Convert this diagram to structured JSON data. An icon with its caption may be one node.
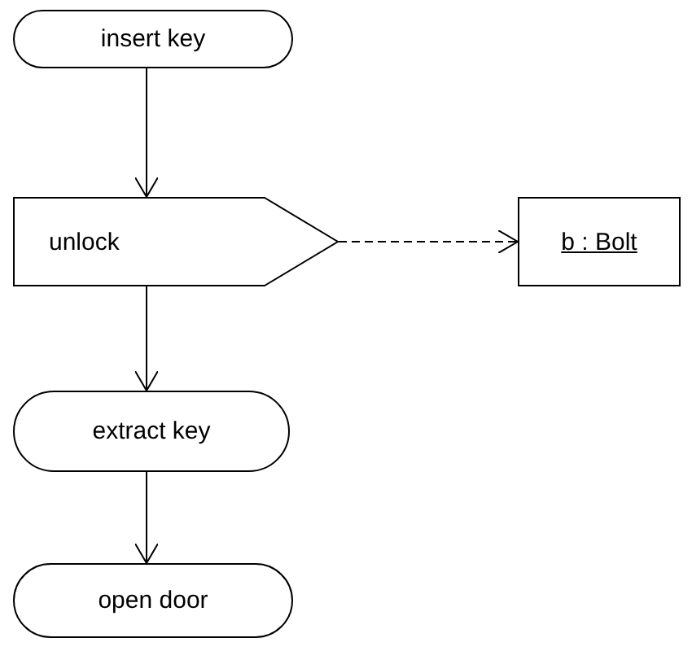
{
  "diagram": {
    "nodes": [
      {
        "text": [
          "insert key"
        ]
      },
      {
        "text": [
          "unlock"
        ]
      },
      {
        "text": [
          "b : Bolt"
        ]
      },
      {
        "text": [
          "extract key"
        ]
      },
      {
        "text": [
          "open door"
        ]
      }
    ],
    "edges": [
      {
        "from": 0,
        "to": 1,
        "arrow": "to"
      },
      {
        "from": 1,
        "to": 2,
        "arrow": "to",
        "style": "dashed"
      },
      {
        "from": 1,
        "to": 3,
        "arrow": "to"
      },
      {
        "from": 3,
        "to": 4,
        "arrow": "to"
      }
    ]
  }
}
